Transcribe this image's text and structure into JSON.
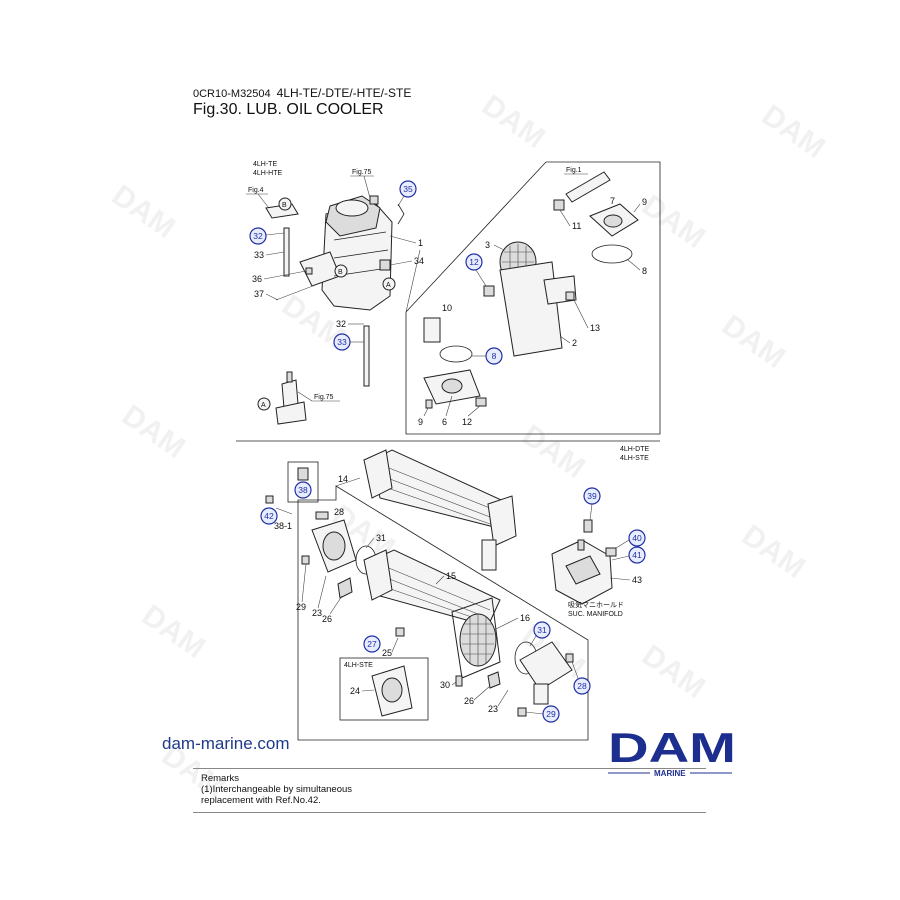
{
  "header": {
    "doc_code": "0CR10-M32504",
    "models": "4LH-TE/-DTE/-HTE/-STE",
    "figure_title": "Fig.30.  LUB. OIL COOLER"
  },
  "watermark": "DAM",
  "top_left": {
    "model_label_1": "4LH-TE",
    "model_label_2": "4LH-HTE",
    "ref_fig4": "Fig.4",
    "ref_fig75_top": "Fig.75",
    "ref_fig75_bottom": "Fig.75",
    "marker_a": "A",
    "marker_b": "B",
    "parts": [
      "33",
      "36",
      "37",
      "1",
      "34",
      "32"
    ],
    "circled": [
      "35",
      "32",
      "33"
    ]
  },
  "top_right": {
    "ref_fig1": "Fig.1",
    "parts": [
      "11",
      "7",
      "9",
      "3",
      "8",
      "13",
      "2",
      "10",
      "9",
      "6",
      "12"
    ],
    "circled": [
      "12",
      "8"
    ]
  },
  "bottom": {
    "model_label_1": "4LH-DTE",
    "model_label_2": "4LH-STE",
    "parts": [
      "14",
      "28",
      "38-1",
      "31",
      "15",
      "29",
      "23",
      "26",
      "16",
      "25",
      "30",
      "26",
      "23",
      "24",
      "43"
    ],
    "circled": [
      "38",
      "42",
      "39",
      "40",
      "41",
      "27",
      "31",
      "28",
      "29"
    ],
    "manifold_jp": "吸気マニホールド",
    "manifold_en": "SUC. MANIFOLD",
    "inset_label": "4LH-STE"
  },
  "footer": {
    "website": "dam-marine.com",
    "logo_text": "DAM",
    "logo_sub": "MARINE",
    "remarks_title": "Remarks",
    "remarks_line1": "(1)Interchangeable by simultaneous",
    "remarks_line2": "replacement with Ref.No.42."
  },
  "colors": {
    "logo_blue": "#1c2f8f",
    "callout_blue": "#1f2fa5",
    "website_blue": "#1f3a8a"
  }
}
